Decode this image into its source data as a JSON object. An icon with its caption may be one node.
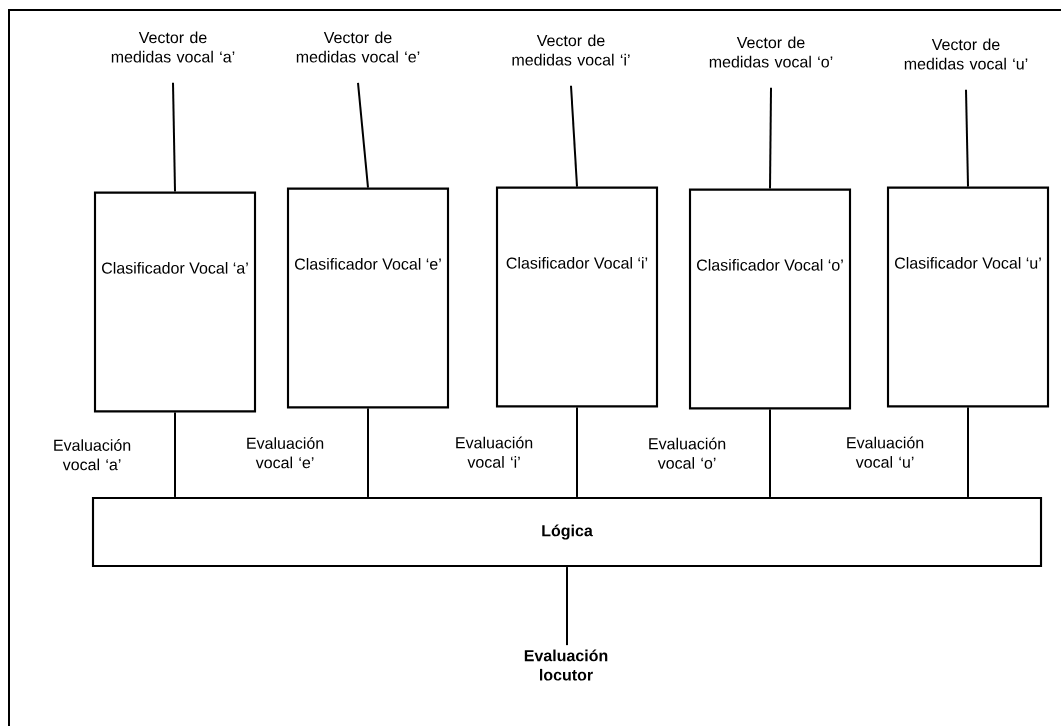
{
  "diagram": {
    "nodes": [
      {
        "text": [
          "Vector de medidas vocal ‘a’"
        ]
      },
      {
        "text": [
          "Vector de medidas vocal ‘e’"
        ]
      },
      {
        "text": [
          "Vector de medidas vocal ‘i’"
        ]
      },
      {
        "text": [
          "Vector de medidas vocal ‘o’"
        ]
      },
      {
        "text": [
          "Vector de medidas vocal ‘u’"
        ]
      },
      {
        "text": [
          "Clasificador Vocal ‘a’"
        ]
      },
      {
        "text": [
          "Clasificador Vocal ‘e’"
        ]
      },
      {
        "text": [
          "Clasificador Vocal ‘i’"
        ]
      },
      {
        "text": [
          "Clasificador Vocal ‘o’"
        ]
      },
      {
        "text": [
          "Clasificador Vocal ‘u’"
        ]
      },
      {
        "text": [
          "Lógica"
        ]
      },
      {
        "text": [
          "Evaluación locutor"
        ]
      }
    ],
    "edges": [
      {
        "from": 0,
        "to": 5,
        "arrow": "none"
      },
      {
        "from": 1,
        "to": 6,
        "arrow": "none"
      },
      {
        "from": 2,
        "to": 7,
        "arrow": "none"
      },
      {
        "from": 3,
        "to": 8,
        "arrow": "none"
      },
      {
        "from": 4,
        "to": 9,
        "arrow": "none"
      },
      {
        "from": 5,
        "to": 10,
        "arrow": "none",
        "label": "Evaluación vocal ‘a’"
      },
      {
        "from": 6,
        "to": 10,
        "arrow": "none",
        "label": "Evaluación vocal ‘e’"
      },
      {
        "from": 7,
        "to": 10,
        "arrow": "none",
        "label": "Evaluación vocal ‘i’"
      },
      {
        "from": 8,
        "to": 10,
        "arrow": "none",
        "label": "Evaluación vocal ‘o’"
      },
      {
        "from": 9,
        "to": 10,
        "arrow": "none",
        "label": "Evaluación vocal ‘u’"
      },
      {
        "from": 10,
        "to": 11,
        "arrow": "none"
      }
    ]
  }
}
